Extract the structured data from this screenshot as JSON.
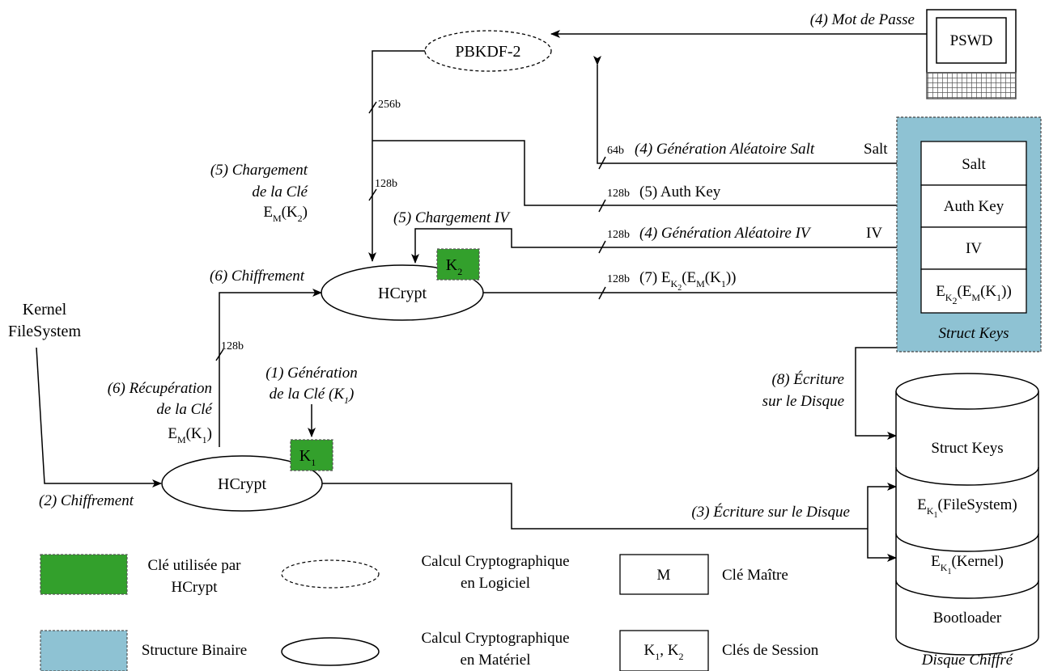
{
  "colors": {
    "hw_key": "#33a02c",
    "struct": "#8ec2d3",
    "line": "#000000",
    "terminal": "#555555"
  },
  "nodes": {
    "pbkdf": "PBKDF-2",
    "hcrypt": "HCrypt",
    "pswd": "PSWD",
    "kernel": "Kernel",
    "filesystem": "FileSystem"
  },
  "keys": {
    "k": "K",
    "sub1": "1",
    "sub2": "2"
  },
  "struct_keys": {
    "title": "Struct Keys",
    "salt": "Salt",
    "auth": "Auth Key",
    "iv": "IV",
    "cipher": {
      "e": "E",
      "k": "K",
      "sub": "2",
      "open": "(E",
      "m": "M",
      "inner_open": "(K",
      "inner_sub": "1",
      "close": "))"
    }
  },
  "disk": {
    "caption": "Disque Chiffré",
    "struct_keys": "Struct Keys",
    "fs": {
      "e": "E",
      "k": "K",
      "sub": "1",
      "label": "(FileSystem)"
    },
    "kernel": {
      "e": "E",
      "k": "K",
      "sub": "1",
      "label": "(Kernel)"
    },
    "bootloader": "Bootloader"
  },
  "arrows": {
    "mot_de_passe": "(4) Mot de Passe",
    "bits_256": "256b",
    "bits_128": "128b",
    "bits_64": "64b",
    "salt_gen": "(4) Génération Aléatoire Salt",
    "salt_tail": "Salt",
    "chargement_cle": [
      "(5) Chargement",
      "de la Clé"
    ],
    "em_k2": {
      "e": "E",
      "m": "M",
      "k": "(K",
      "sub": "2",
      "close": ")"
    },
    "auth_key": "(5) Auth Key",
    "chargement_iv": "(5) Chargement IV",
    "iv_gen": "(4) Génération Aléatoire IV",
    "iv_tail": "IV",
    "step7": {
      "prefix": "(7) E",
      "k": "K",
      "sub": "2",
      "open": "(E",
      "m": "M",
      "inner": "(K",
      "inner_sub": "1",
      "close": "))"
    },
    "chiffrement6": "(6) Chiffrement",
    "recuperation": [
      "(6) Récupération",
      "de la Clé"
    ],
    "em_k1": {
      "e": "E",
      "m": "M",
      "k": "(K",
      "sub": "1",
      "close": ")"
    },
    "generation1": [
      "(1) Génération",
      "de la Clé ("
    ],
    "gen_k": "K",
    "gen_sub": "1",
    "gen_close": ")",
    "chiffrement2": "(2) Chiffrement",
    "ecriture3": "(3) Écriture sur le Disque",
    "ecriture8": [
      "(8) Écriture",
      "sur le Disque"
    ]
  },
  "legend": {
    "hw_key": [
      "Clé utilisée par",
      "HCrypt"
    ],
    "struct": "Structure Binaire",
    "sw_calc": [
      "Calcul Cryptographique",
      "en Logiciel"
    ],
    "hw_calc": [
      "Calcul Cryptographique",
      "en Matériel"
    ],
    "master_box": "M",
    "master_label": "Clé Maître",
    "session_box": {
      "k": "K",
      "sub1": "1",
      "sep": ", K",
      "sub2": "2"
    },
    "session_label": "Clés de Session"
  }
}
